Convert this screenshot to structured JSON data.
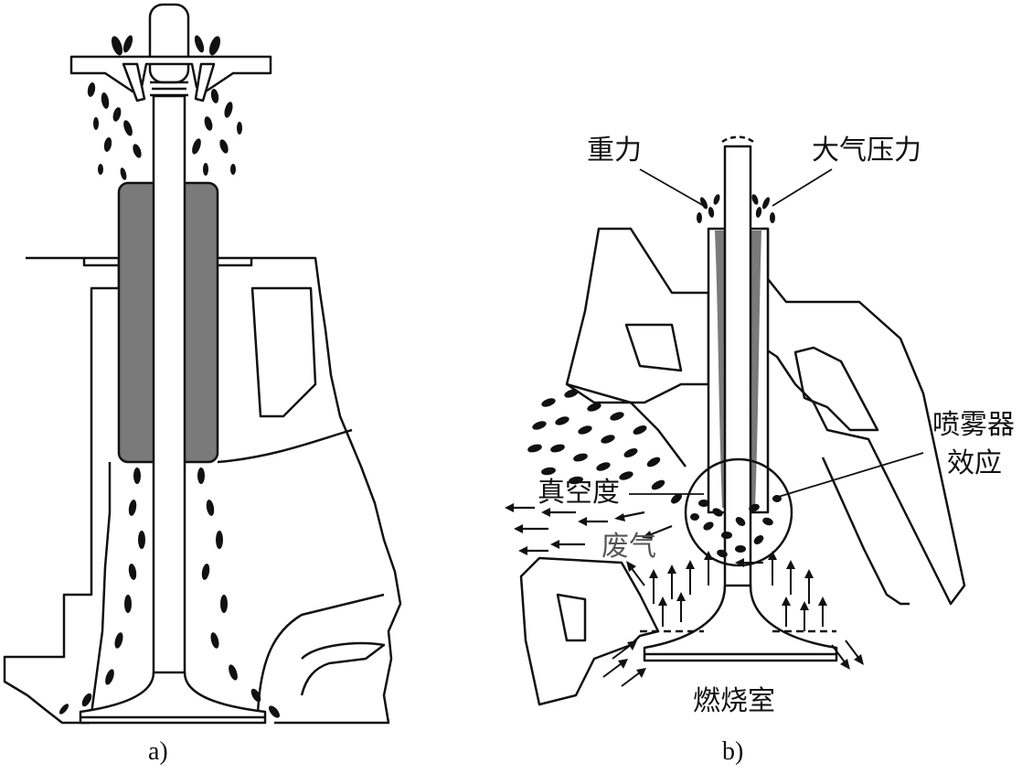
{
  "figure": {
    "panel_a": {
      "caption": "a)"
    },
    "panel_b": {
      "caption": "b)",
      "labels": {
        "gravity": "重力",
        "atmospheric_pressure": "大气压力",
        "atomizer_effect_line1": "喷雾器",
        "atomizer_effect_line2": "效应",
        "vacuum": "真空度",
        "exhaust": "废气",
        "combustion_chamber": "燃烧室"
      }
    }
  },
  "colors": {
    "line": "#111111",
    "guide_fill": "#7a7a7a",
    "oil_drops": "#111111",
    "exhaust_label": "#555555",
    "background": "#ffffff"
  },
  "icons": [
    "valve-icon",
    "valve-guide-icon",
    "oil-droplet-icon",
    "arrow-icon"
  ]
}
